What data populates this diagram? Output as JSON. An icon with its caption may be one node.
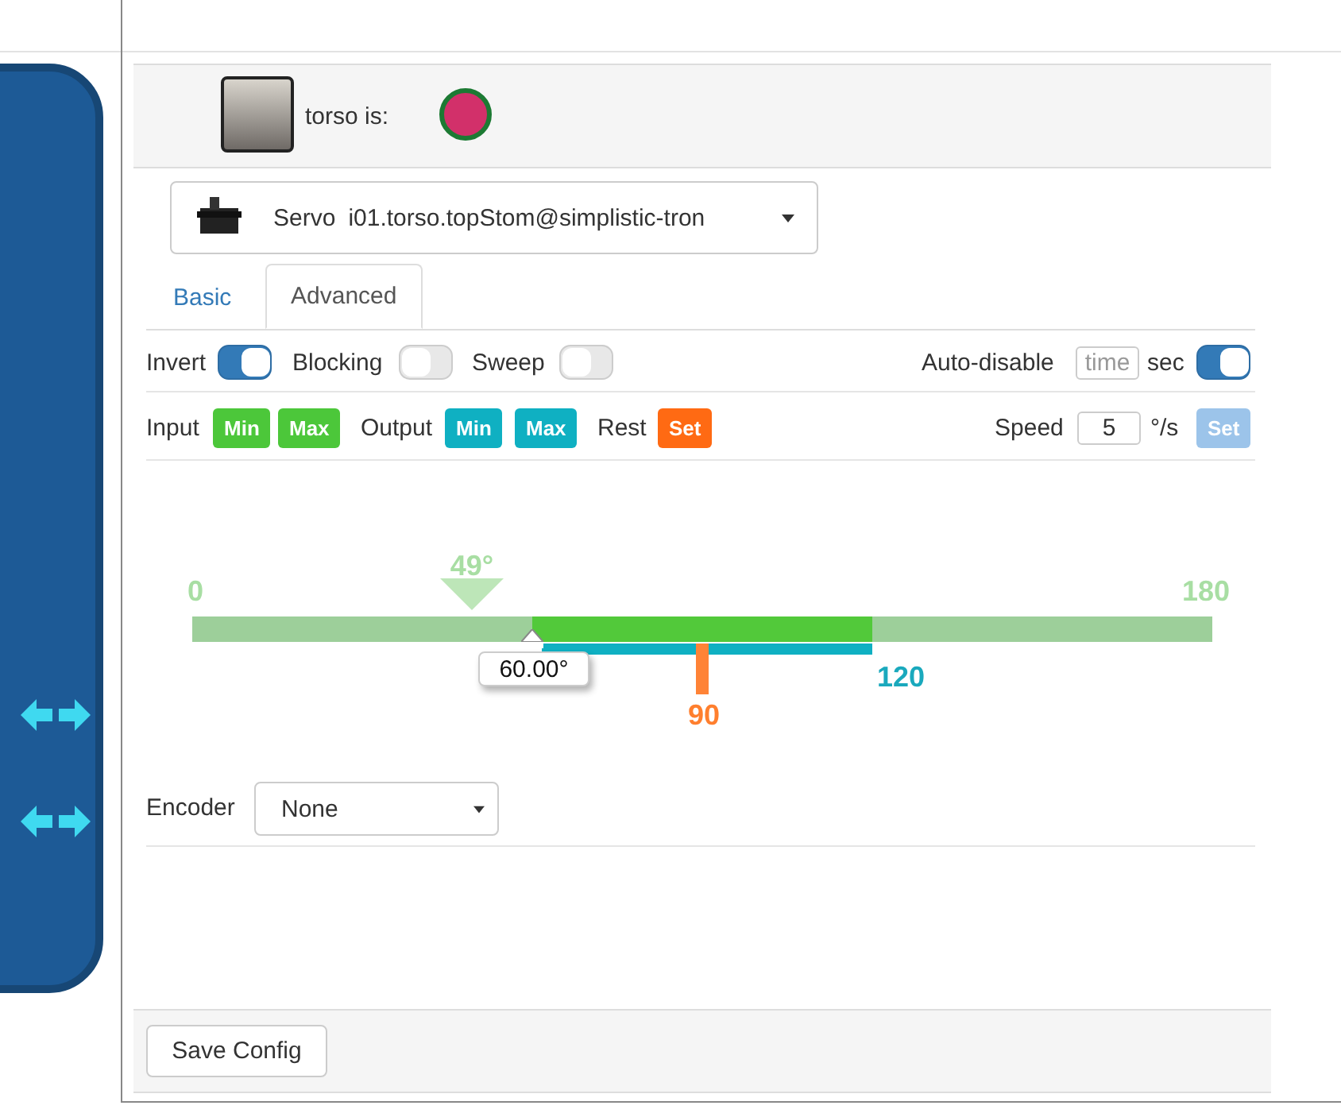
{
  "diagram": {
    "labels": [
      "torso is:",
      "Servo",
      "i01.torso.topStom@simplistic-tron",
      "Basic",
      "Advanced",
      "Invert",
      "Blocking",
      "Sweep",
      "Auto-disable",
      "time",
      "sec",
      "Input",
      "Min",
      "Max",
      "Output",
      "Min",
      "Max",
      "Rest",
      "Set",
      "Speed",
      "5",
      "°/s",
      "Set",
      "49°",
      "0",
      "180",
      "60.00°",
      "120",
      "90",
      "Encoder",
      "None",
      "Save Config"
    ]
  }
}
